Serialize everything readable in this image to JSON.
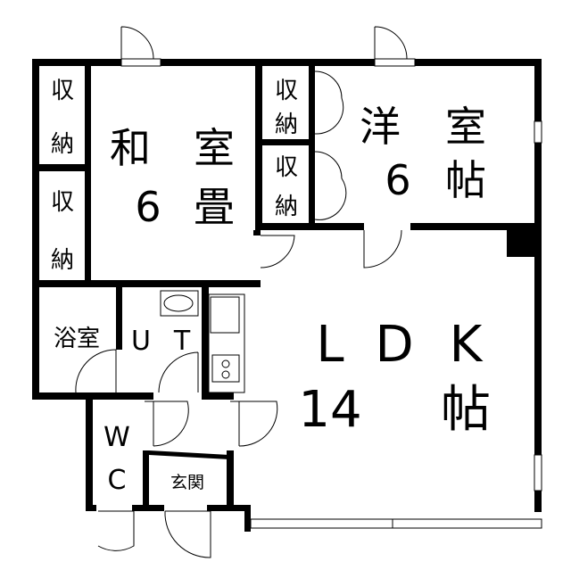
{
  "rooms": {
    "storage": {
      "a": "収",
      "b": "納"
    },
    "washitsu": {
      "c1": "和",
      "c2": "室",
      "size": "6",
      "unit": "畳"
    },
    "yoshitsu": {
      "c1": "洋",
      "c2": "室",
      "size": "6",
      "unit": "帖"
    },
    "ldk": {
      "l": "L",
      "d": "D",
      "k": "K",
      "size": "14",
      "unit": "帖"
    },
    "bath": "浴室",
    "ut": {
      "u": "U",
      "t": "T"
    },
    "wc": {
      "w": "W",
      "c": "C"
    },
    "entrance": "玄関"
  }
}
